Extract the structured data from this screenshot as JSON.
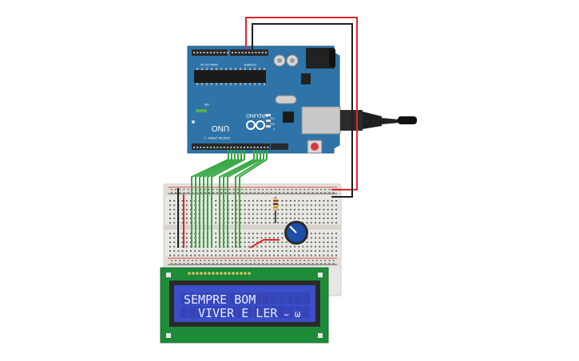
{
  "board": {
    "brand_label": "ARDUINO",
    "model_label": "UNO",
    "analog_label": "ANALOG IN",
    "power_label": "POWER",
    "digital_label": "DIGITAL (PWM ~)",
    "tx_label": "TX",
    "rx_label": "RX",
    "on_label": "ON",
    "l_label": "L"
  },
  "lcd": {
    "line1": "SEMPRE BOM",
    "line2": "  VIVER E LER",
    "symbols": "ω",
    "cursor_glyph": "⌣"
  },
  "colors": {
    "board_blue": "#2e74a8",
    "wire_green": "#35a843",
    "wire_red": "#e2262b",
    "wire_black": "#1e1e1e",
    "lcd_screen": "#3a4fc9",
    "lcd_pcb": "#1e8b39",
    "breadboard": "#e9e7e3"
  },
  "icons": [
    "usb-cable-icon",
    "potentiometer-icon",
    "resistor-icon",
    "reset-button-icon",
    "arduino-logo-icon"
  ]
}
